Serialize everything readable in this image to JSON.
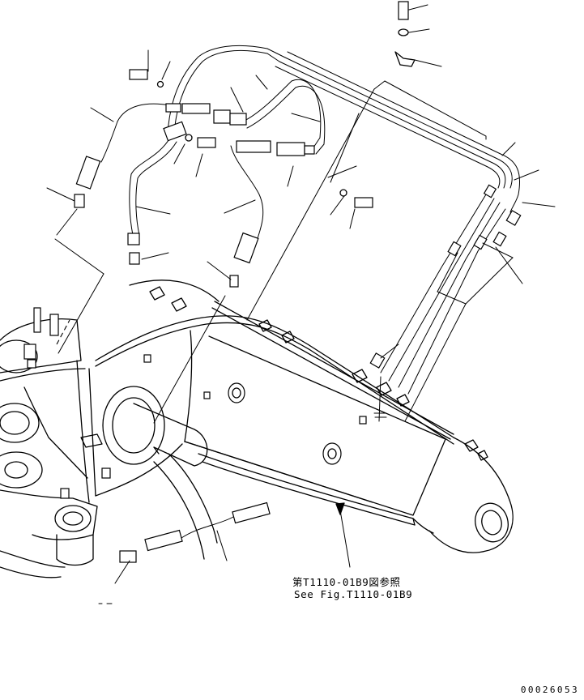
{
  "reference_note": {
    "japanese": "第T1110-01B9図参照",
    "english": "See Fig.T1110-01B9"
  },
  "drawing_number": "00026053",
  "colors": {
    "line": "#000000",
    "background": "#ffffff"
  }
}
